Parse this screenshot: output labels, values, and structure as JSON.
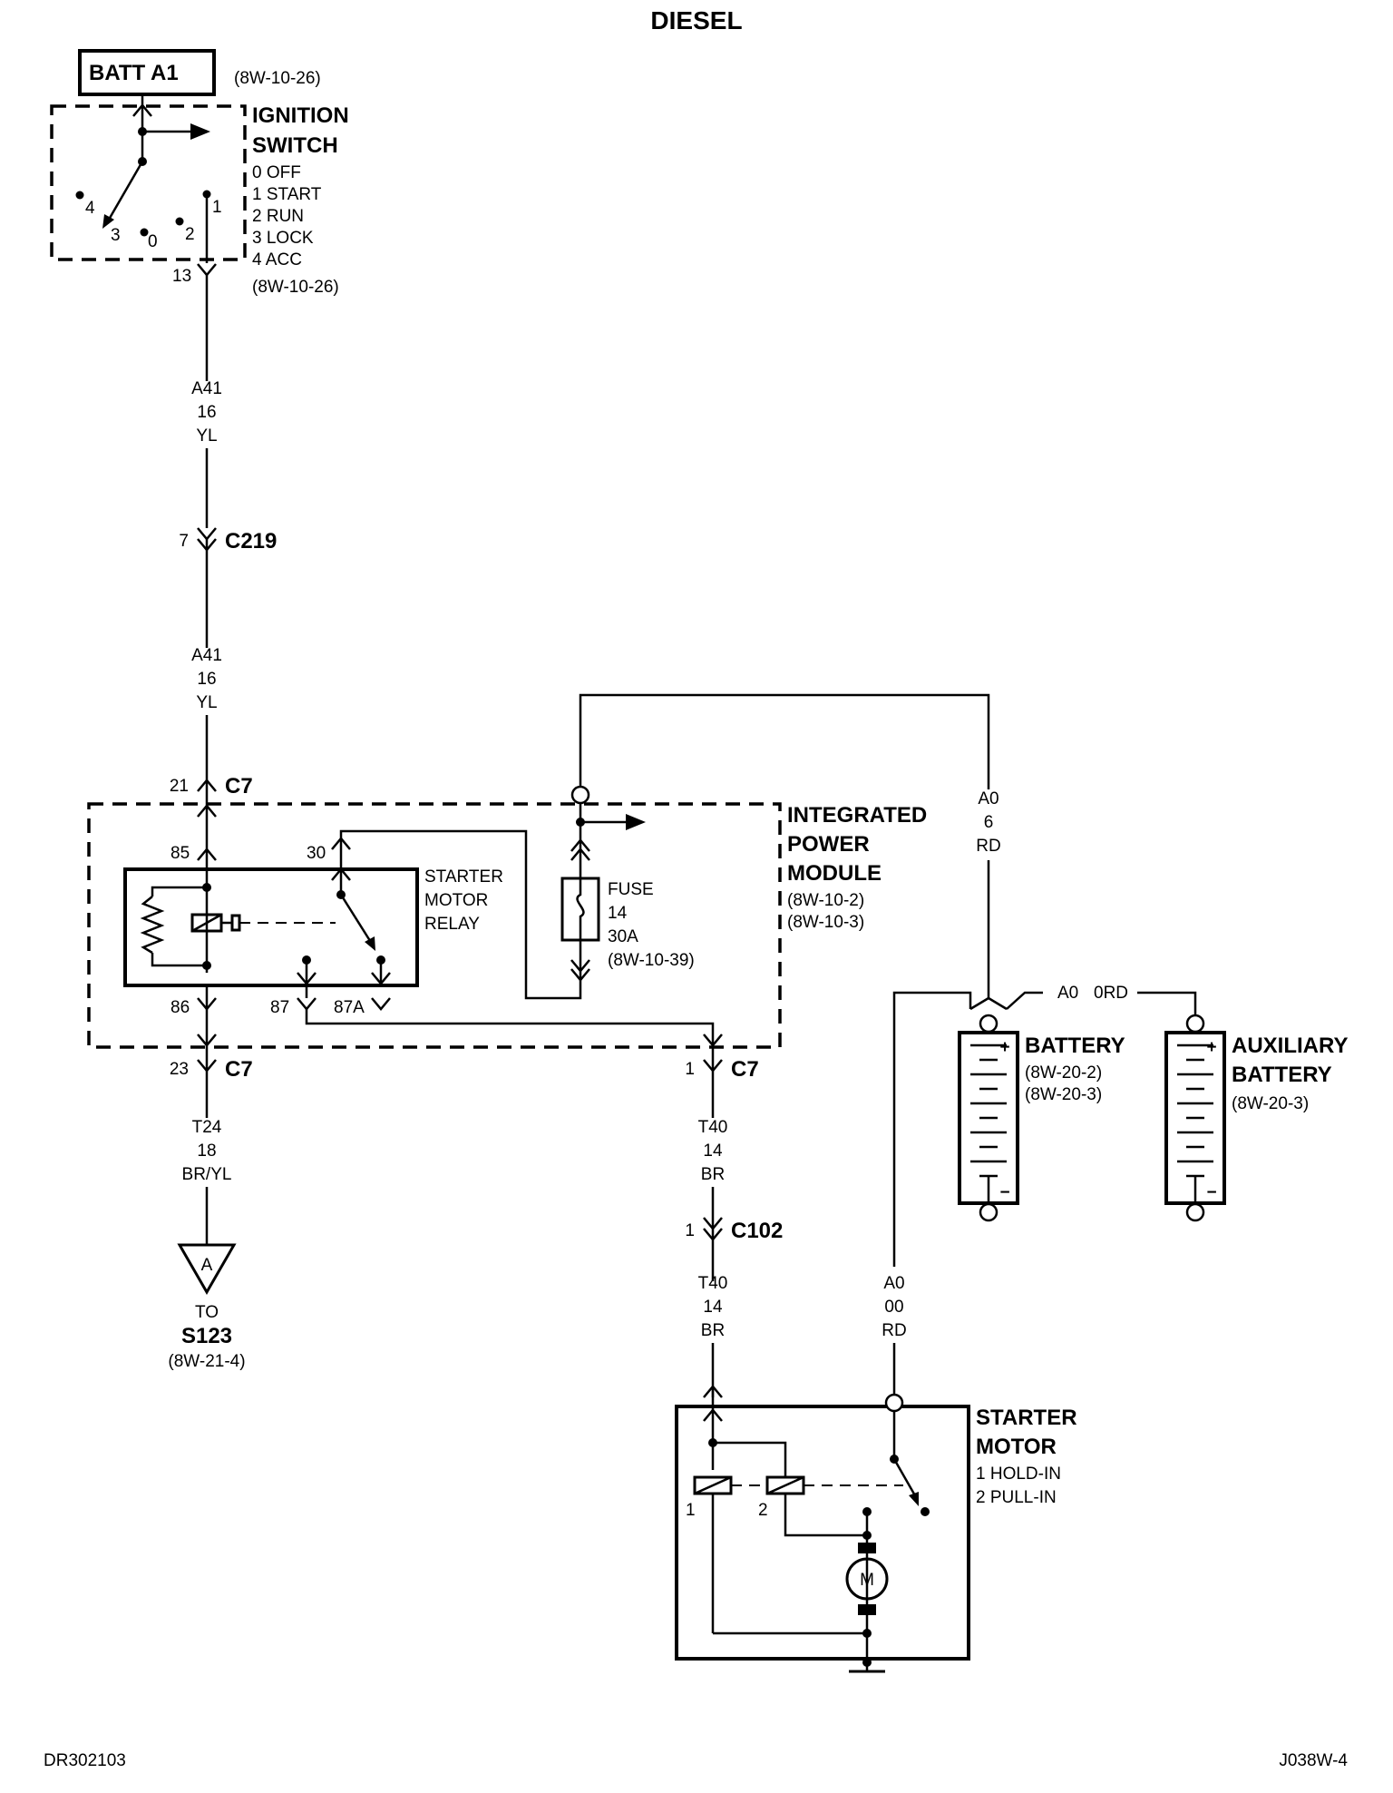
{
  "title": "DIESEL",
  "footer": {
    "left": "DR302103",
    "right": "J038W-4"
  },
  "batt": {
    "label": "BATT A1",
    "ref": "(8W-10-26)"
  },
  "ignition_switch": {
    "name_line1": "IGNITION",
    "name_line2": "SWITCH",
    "positions": [
      "0 OFF",
      "1 START",
      "2 RUN",
      "3 LOCK",
      "4 ACC"
    ],
    "ref": "(8W-10-26)",
    "contact_labels": [
      "4",
      "3",
      "0",
      "2",
      "1"
    ],
    "output_pin": "13"
  },
  "wire_a41_upper": {
    "circuit": "A41",
    "gauge": "16",
    "color": "YL"
  },
  "connector_c219": {
    "name": "C219",
    "pin": "7"
  },
  "wire_a41_lower": {
    "circuit": "A41",
    "gauge": "16",
    "color": "YL"
  },
  "connector_c7": {
    "name": "C7",
    "pin_in": "21",
    "pin_out_left": "23",
    "pin_out_right": "1"
  },
  "ipm": {
    "name_line1": "INTEGRATED",
    "name_line2": "POWER",
    "name_line3": "MODULE",
    "ref1": "(8W-10-2)",
    "ref2": "(8W-10-3)"
  },
  "relay": {
    "name_line1": "STARTER",
    "name_line2": "MOTOR",
    "name_line3": "RELAY",
    "pin85": "85",
    "pin86": "86",
    "pin30": "30",
    "pin87": "87",
    "pin87a": "87A"
  },
  "fuse": {
    "label": "FUSE",
    "number": "14",
    "rating": "30A",
    "ref": "(8W-10-39)"
  },
  "wire_a0_top": {
    "circuit": "A0",
    "gauge": "6",
    "color": "RD"
  },
  "wire_a0_batt": {
    "circuit": "A0",
    "color": "0RD"
  },
  "battery": {
    "name": "BATTERY",
    "ref1": "(8W-20-2)",
    "ref2": "(8W-20-3)"
  },
  "aux_battery": {
    "name_line1": "AUXILIARY",
    "name_line2": "BATTERY",
    "ref": "(8W-20-3)"
  },
  "wire_t24": {
    "circuit": "T24",
    "gauge": "18",
    "color": "BR/YL"
  },
  "splice_ref": {
    "letter": "A",
    "to": "TO",
    "splice": "S123",
    "ref": "(8W-21-4)"
  },
  "wire_t40_upper": {
    "circuit": "T40",
    "gauge": "14",
    "color": "BR"
  },
  "connector_c102": {
    "name": "C102",
    "pin": "1"
  },
  "wire_t40_lower": {
    "circuit": "T40",
    "gauge": "14",
    "color": "BR"
  },
  "wire_a0_starter": {
    "circuit": "A0",
    "gauge": "00",
    "color": "RD"
  },
  "starter_motor": {
    "name_line1": "STARTER",
    "name_line2": "MOTOR",
    "hold_in": "1 HOLD-IN",
    "pull_in": "2 PULL-IN",
    "coil1": "1",
    "coil2": "2",
    "motor_symbol": "M"
  }
}
